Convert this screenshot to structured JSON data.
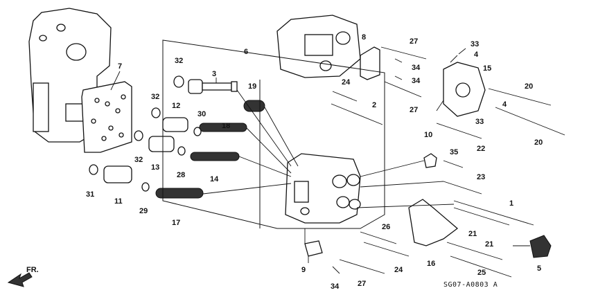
{
  "diagram": {
    "callouts": [
      "1",
      "2",
      "3",
      "4",
      "4",
      "5",
      "6",
      "7",
      "8",
      "9",
      "10",
      "11",
      "12",
      "13",
      "14",
      "15",
      "16",
      "17",
      "18",
      "19",
      "20",
      "20",
      "21",
      "21",
      "22",
      "23",
      "24",
      "24",
      "25",
      "26",
      "27",
      "27",
      "27",
      "28",
      "29",
      "30",
      "31",
      "32",
      "32",
      "32",
      "33",
      "33",
      "34",
      "34",
      "34",
      "35"
    ],
    "direction_label": "FR.",
    "diagram_code": "SG07-A0803 A"
  }
}
